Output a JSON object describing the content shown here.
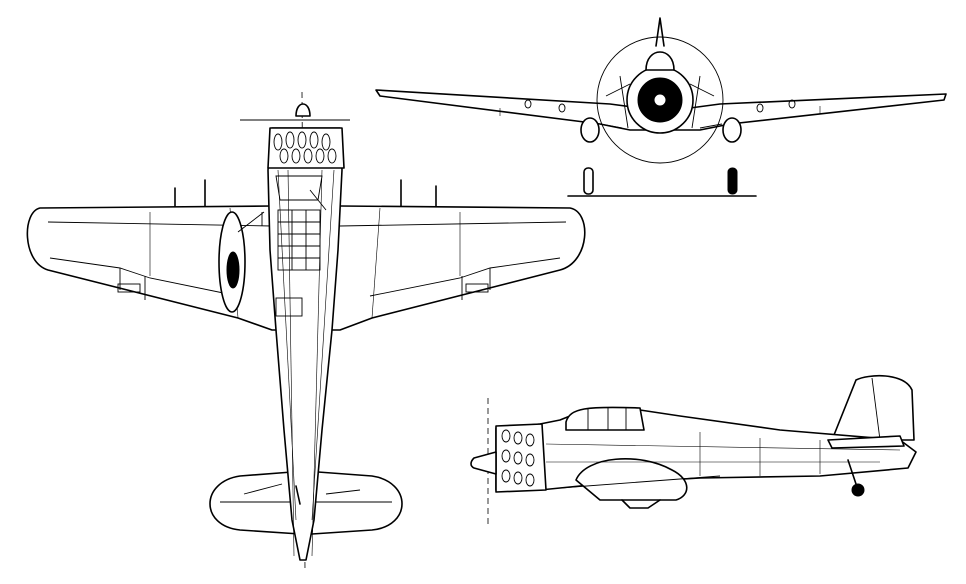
{
  "drawing": {
    "views": [
      "top-view",
      "front-view",
      "side-view"
    ],
    "colors": {
      "line": "#000000",
      "background": "#ffffff"
    }
  }
}
